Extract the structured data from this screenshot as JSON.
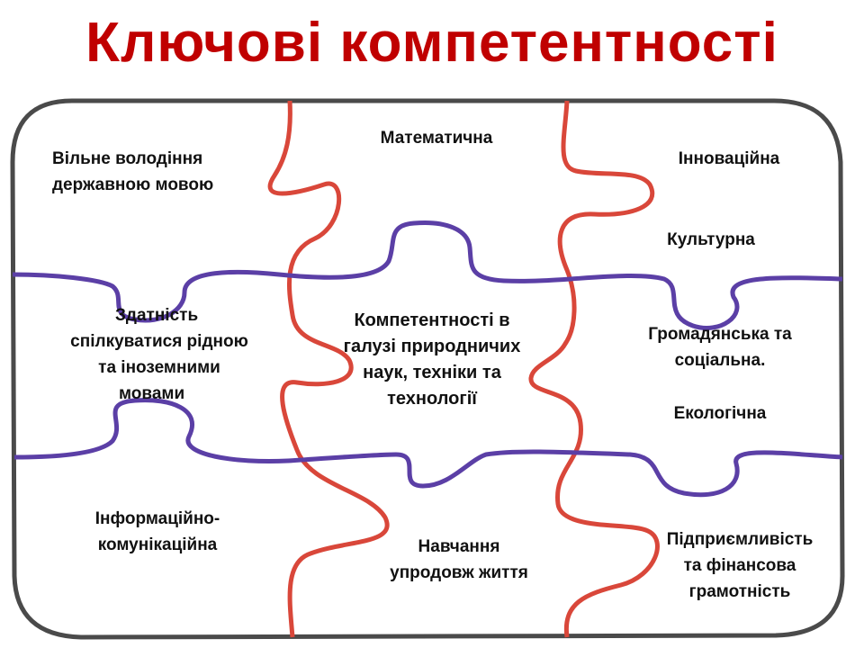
{
  "title": {
    "text": "Ключові компетентності",
    "color": "#c00000"
  },
  "colors": {
    "frame": "#4a4a4a",
    "vertical_seams": "#d9473a",
    "horizontal_seams": "#5b3fa6"
  },
  "pieces": {
    "state_language": [
      "Вільне володіння",
      "державною мовою"
    ],
    "math": [
      "Математична"
    ],
    "innovation": [
      "Інноваційна"
    ],
    "cultural": [
      "Культурна"
    ],
    "communication": [
      "Здатність",
      "спілкуватися рідною",
      "та іноземними",
      "мовами"
    ],
    "science": [
      "Компетентності в",
      "галузі природничих",
      "наук, техніки та",
      "технології"
    ],
    "civic": [
      "Громадянська та",
      "соціальна."
    ],
    "ecological": [
      "Екологічна"
    ],
    "digital": [
      "Інформаційно-",
      "комунікаційна"
    ],
    "lifelong": [
      "Навчання",
      "упродовж життя"
    ],
    "entrepreneurship": [
      "Підприємливість",
      "та фінансова",
      "грамотність"
    ]
  }
}
